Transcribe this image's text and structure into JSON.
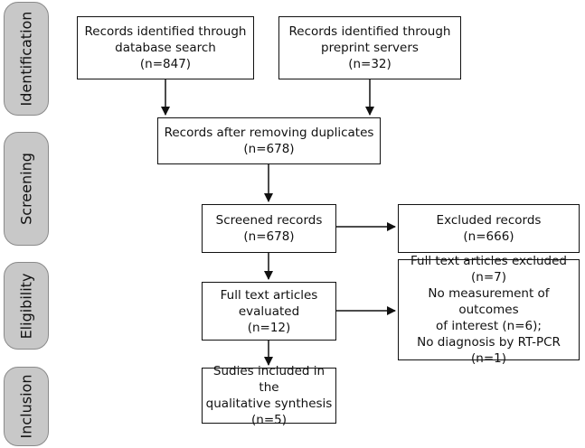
{
  "phases": {
    "identification": "Identification",
    "screening": "Screening",
    "eligibility": "Eligibility",
    "inclusion": "Inclusion"
  },
  "boxes": {
    "db_search": [
      "Records identified through",
      "database search",
      "(n=847)"
    ],
    "preprint": [
      "Records identified through",
      "preprint servers",
      "(n=32)"
    ],
    "after_dup": [
      "Records after removing duplicates",
      "(n=678)"
    ],
    "screened": [
      "Screened records",
      "(n=678)"
    ],
    "excluded": [
      "Excluded records",
      "(n=666)"
    ],
    "fulltext": [
      "Full text articles",
      "evaluated",
      "(n=12)"
    ],
    "ft_excluded": [
      "Full text articles excluded",
      "(n=7)",
      "No measurement of outcomes",
      "of interest (n=6);",
      "No diagnosis by RT-PCR (n=1)"
    ],
    "included": [
      "Sudies included in the",
      "qualitative synthesis",
      "(n=5)"
    ]
  }
}
